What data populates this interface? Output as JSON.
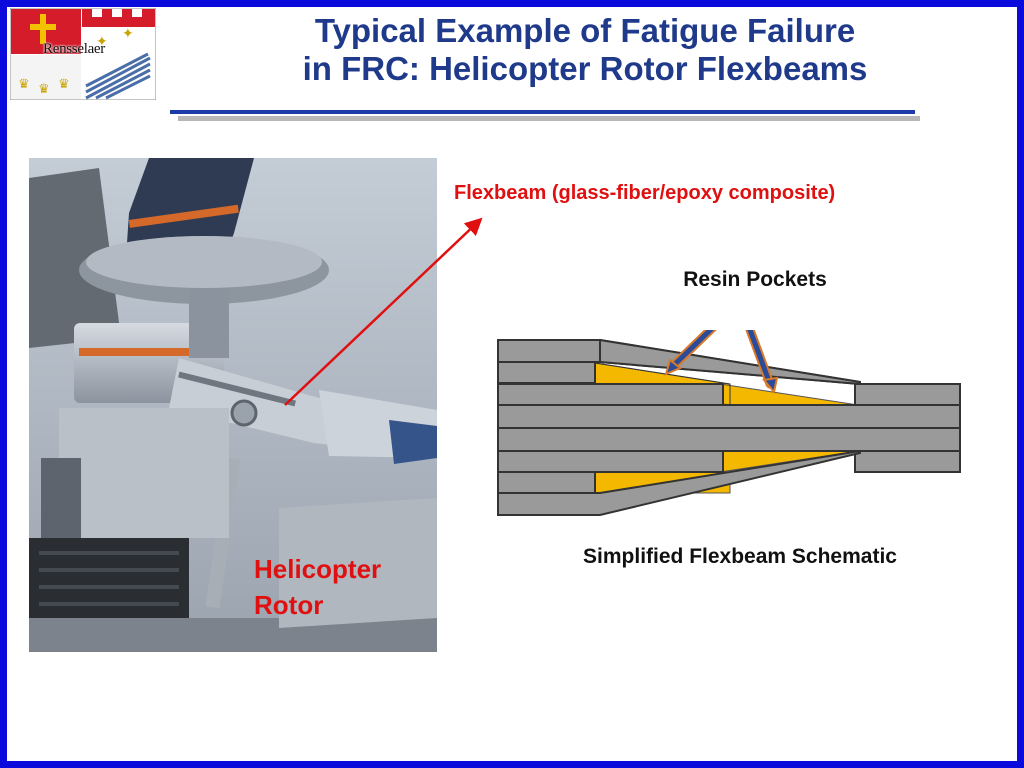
{
  "logo": {
    "name": "Rensselaer"
  },
  "title": {
    "line1": "Typical Example of Fatigue Failure",
    "line2": "in FRC: Helicopter Rotor Flexbeams"
  },
  "photo": {
    "caption_line1": "Helicopter",
    "caption_line2": "Rotor"
  },
  "annotations": {
    "flexbeam": "Flexbeam (glass-fiber/epoxy composite)",
    "resin_pockets": "Resin Pockets"
  },
  "schematic": {
    "caption": "Simplified Flexbeam Schematic"
  },
  "colors": {
    "frame": "#0a0adc",
    "title": "#1f3a8a",
    "accent_red": "#e01010",
    "ply_gray": "#9a9a9a",
    "resin_yellow": "#f5b800",
    "arrow_blue": "#2a4a9a",
    "arrow_outline": "#d87a2a"
  }
}
